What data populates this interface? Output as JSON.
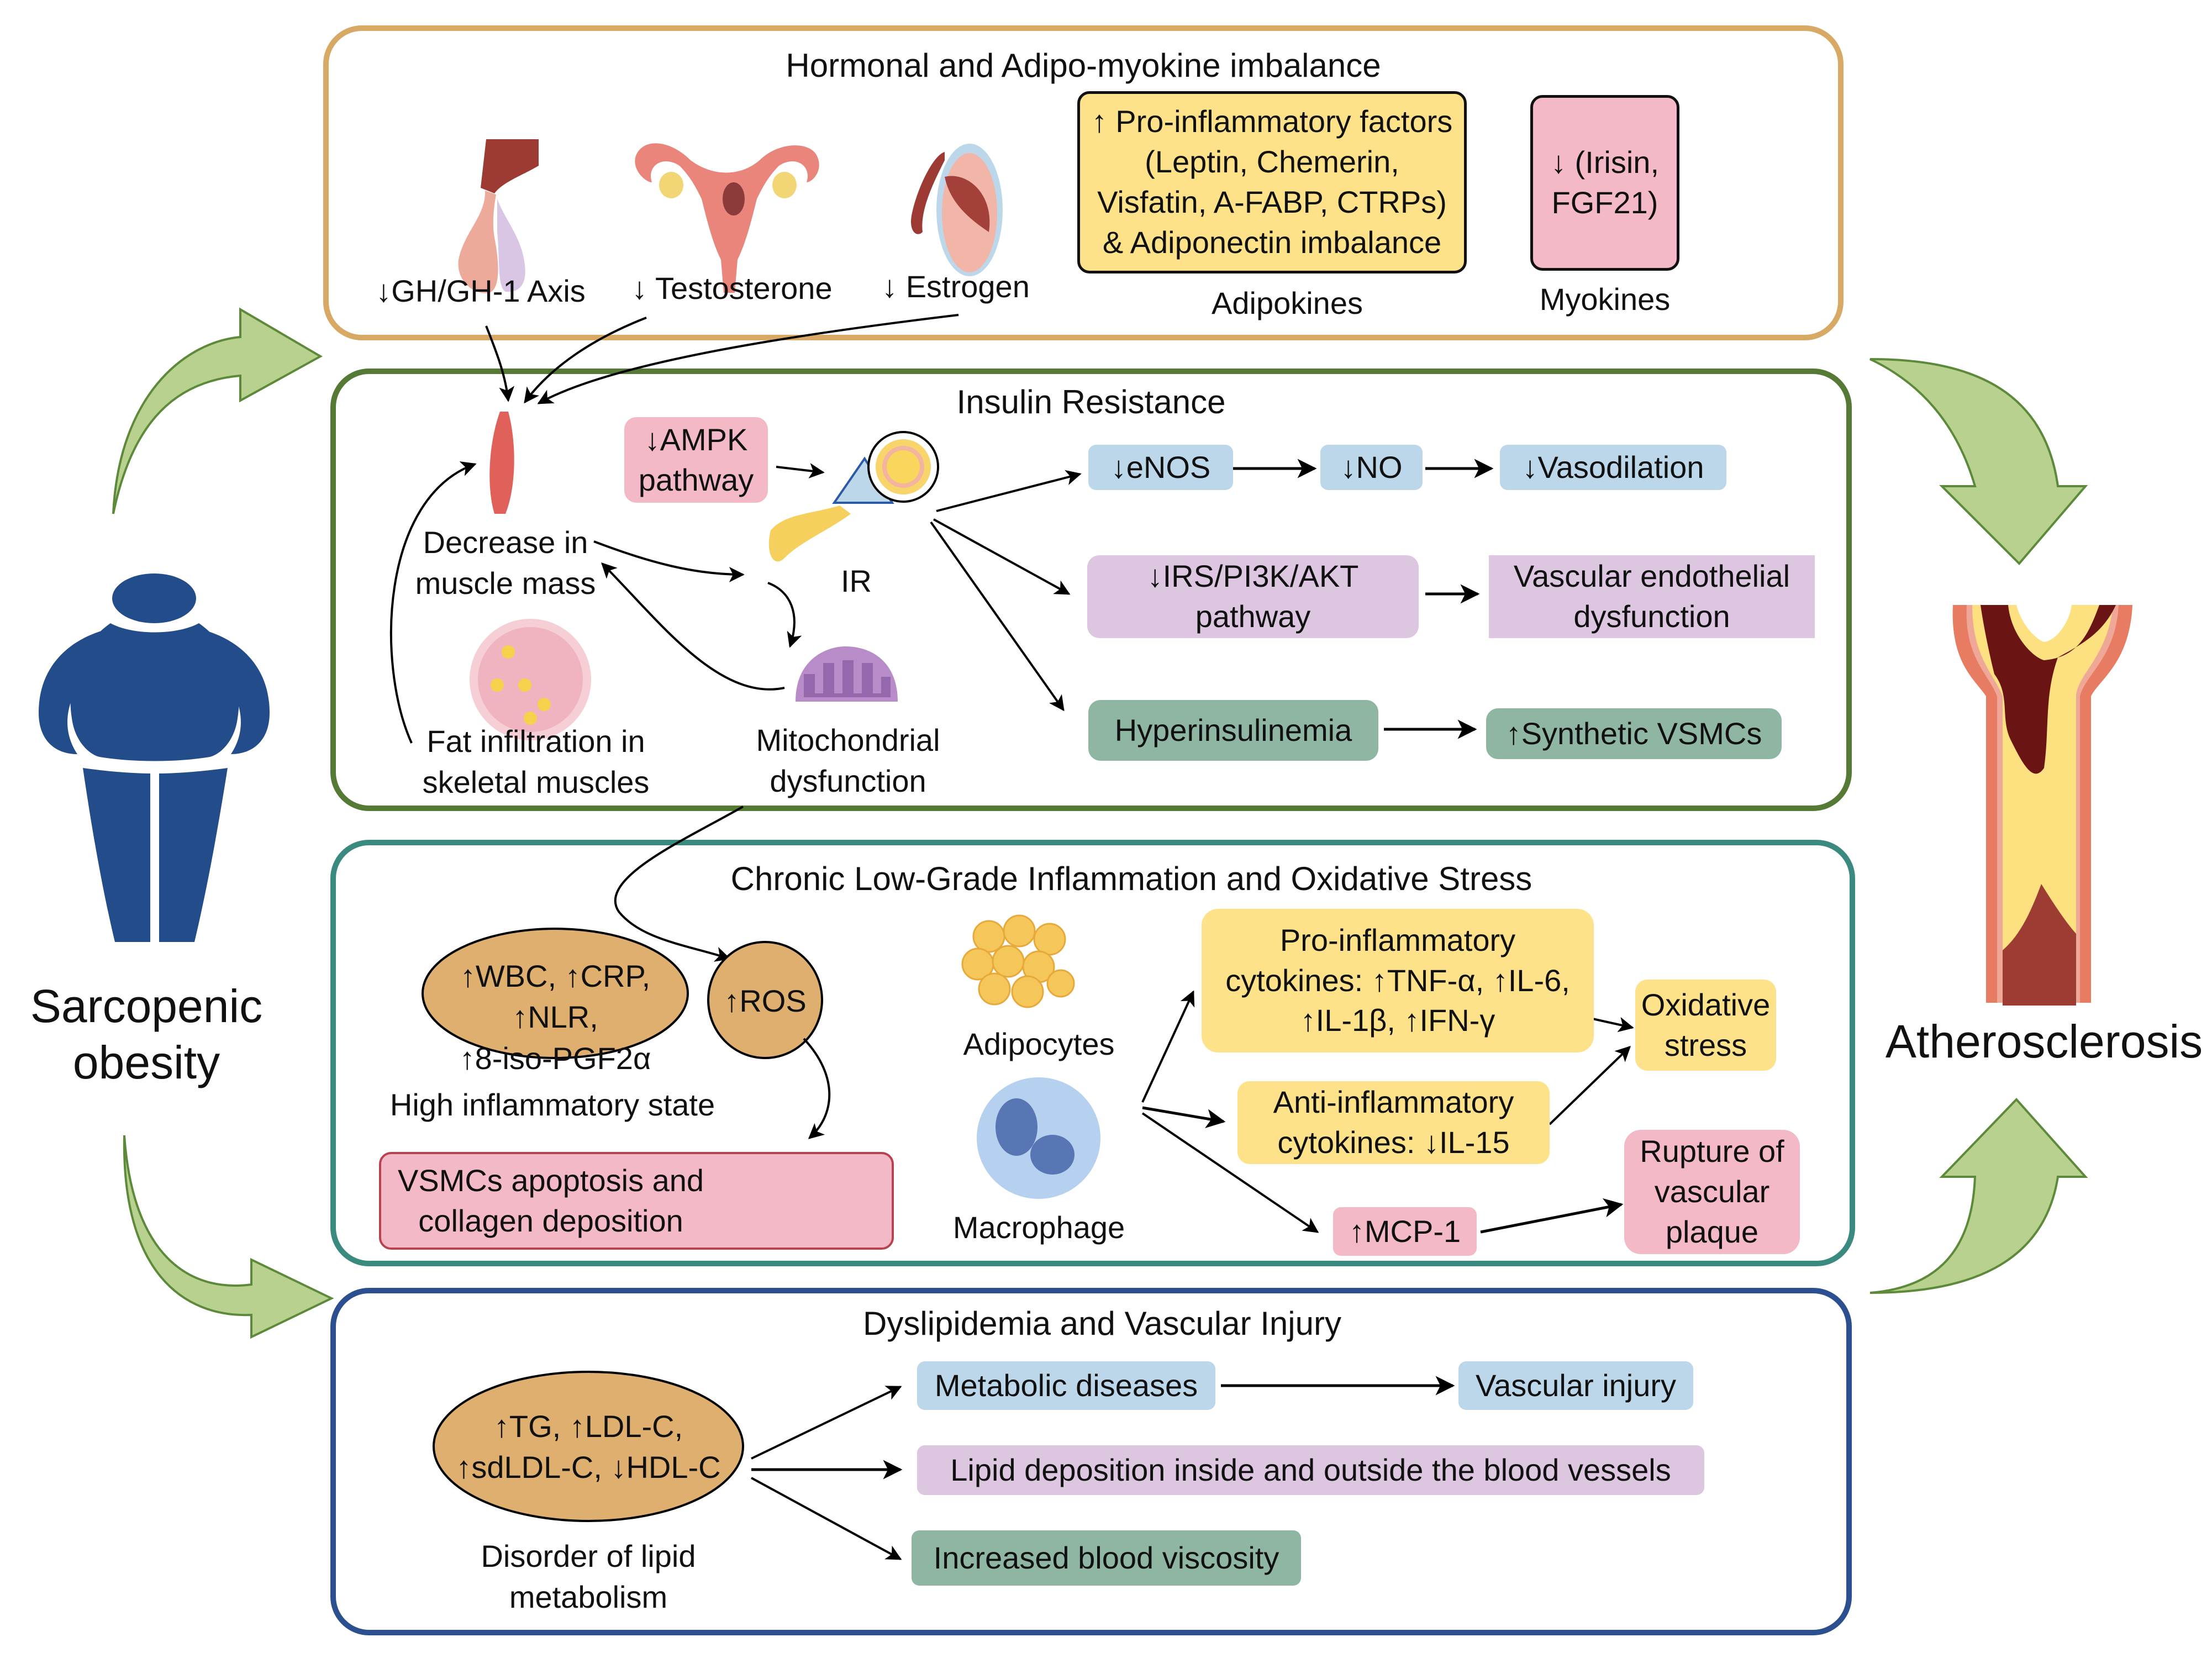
{
  "colors": {
    "hormonal_border": "#d8a865",
    "insulin_border": "#557a35",
    "inflammation_border": "#3a8a7f",
    "dyslipidemia_border": "#2b4f8f",
    "flow_arrow_fill": "#b9d18f",
    "flow_arrow_stroke": "#5d8a3a",
    "person_fill": "#234d8a",
    "blue_box": "#bcd7ea",
    "purple_box": "#dcc6e0",
    "green_box": "#8fb5a3",
    "pink_box": "#f4b9c6",
    "yellow_box": "#fde28a",
    "orange_ellipse": "#dfaf6f"
  },
  "left": {
    "label_line1": "Sarcopenic",
    "label_line2": "obesity",
    "icon": "obese-person-icon"
  },
  "right": {
    "label": "Atherosclerosis",
    "icon": "atherosclerotic-artery-icon"
  },
  "hormonal": {
    "title": "Hormonal and Adipo-myokine imbalance",
    "items": [
      {
        "label": "↓GH/GH-1 Axis",
        "icon": "pituitary-gland-icon"
      },
      {
        "label": "↓ Testosterone",
        "icon": "uterus-ovaries-icon"
      },
      {
        "label": "↓ Estrogen",
        "icon": "testis-icon"
      }
    ],
    "adipokines_box": [
      "↑ Pro-inflammatory factors",
      "(Leptin, Chemerin,",
      "Visfatin, A-FABP, CTRPs)",
      "& Adiponectin imbalance"
    ],
    "adipokines_label": "Adipokines",
    "myokines_box": [
      "↓ (Irisin,",
      "FGF21)"
    ],
    "myokines_label": "Myokines"
  },
  "insulin": {
    "title": "Insulin Resistance",
    "ampk": [
      "↓AMPK",
      "pathway"
    ],
    "muscle_label": [
      "Decrease in",
      "muscle mass"
    ],
    "fat_label": [
      "Fat infiltration in",
      "skeletal muscles"
    ],
    "ir_label": "IR",
    "mito_label": [
      "Mitochondrial",
      "dysfunction"
    ],
    "enos": "↓eNOS",
    "no": "↓NO",
    "vasodilation": "↓Vasodilation",
    "irs": [
      "↓IRS/PI3K/AKT",
      "pathway"
    ],
    "endothelial": [
      "Vascular endothelial",
      "dysfunction"
    ],
    "hyperinsulinemia": "Hyperinsulinemia",
    "synthetic": "↑Synthetic VSMCs"
  },
  "inflammation": {
    "title": "Chronic Low-Grade Inflammation and Oxidative Stress",
    "markers": [
      "↑WBC, ↑CRP, ↑NLR,",
      "↑8-iso-PGF2α"
    ],
    "ros": "↑ROS",
    "state_label": "High inflammatory state",
    "vsmc": [
      "VSMCs apoptosis and",
      "collagen deposition"
    ],
    "adipocytes": "Adipocytes",
    "macrophage": "Macrophage",
    "pro_cytokines": [
      "Pro-inflammatory",
      "cytokines: ↑TNF-α, ↑IL-6,",
      "↑IL-1β, ↑IFN-γ"
    ],
    "anti_cytokines": [
      "Anti-inflammatory",
      "cytokines: ↓IL-15"
    ],
    "oxidative": [
      "Oxidative",
      "stress"
    ],
    "mcp": "↑MCP-1",
    "rupture": [
      "Rupture of",
      "vascular",
      "plaque"
    ]
  },
  "dyslipidemia": {
    "title": "Dyslipidemia and Vascular Injury",
    "lipids": [
      "↑TG, ↑LDL-C,",
      "↑sdLDL-C, ↓HDL-C"
    ],
    "lipid_label": [
      "Disorder of lipid",
      "metabolism"
    ],
    "metabolic": "Metabolic diseases",
    "vascular_injury": "Vascular injury",
    "deposition": "Lipid deposition inside and outside the blood vessels",
    "viscosity": "Increased blood viscosity"
  }
}
